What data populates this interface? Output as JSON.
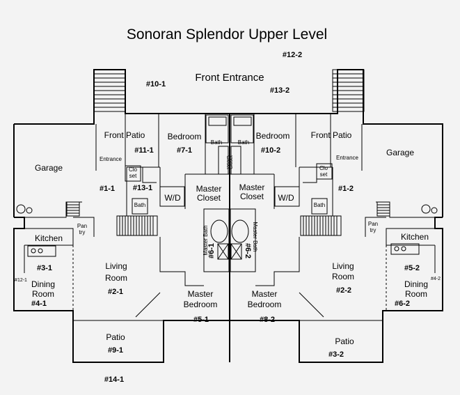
{
  "title": "Sonoran Splendor Upper Level",
  "front_entrance": "Front Entrance",
  "units": {
    "u12_2": "#12-2",
    "u10_1": "#10-1",
    "u13_2": "#13-2",
    "u11_1": "#11-1",
    "u7_1": "#7-1",
    "u10_2": "#10-2",
    "u1_1": "#1-1",
    "u13_1": "#13-1",
    "u1_2": "#1-2",
    "u6_1": "#6-1",
    "u6_2": "#6-2",
    "u3_1": "#3-1",
    "u5_2": "#5-2",
    "u2_1": "#2-1",
    "u2_2": "#2-2",
    "u12_1": "#12-1",
    "u4_2": "#4-2",
    "u4_1": "#4-1",
    "u6_2b": "#6-2",
    "u5_1": "#5-1",
    "u8_2": "#8-2",
    "u9_1": "#9-1",
    "u3_2": "#3-2",
    "u14_1": "#14-1"
  },
  "rooms": {
    "front_patio": "Front Patio",
    "bedroom": "Bedroom",
    "garage": "Garage",
    "entrance": "Entrance",
    "closet_split_a": "Clo",
    "closet_split_b": "set",
    "closet": "Closet",
    "bath": "Bath",
    "wd": "W/D",
    "master": "Master",
    "master_closet_2": "Closet",
    "pantry_a": "Pan",
    "pantry_b": "try",
    "kitchen": "Kitchen",
    "master_bath": "Master Bath",
    "living": "Living",
    "room": "Room",
    "dining": "Dining",
    "master_bedroom_2": "Bedroom",
    "patio": "Patio"
  }
}
